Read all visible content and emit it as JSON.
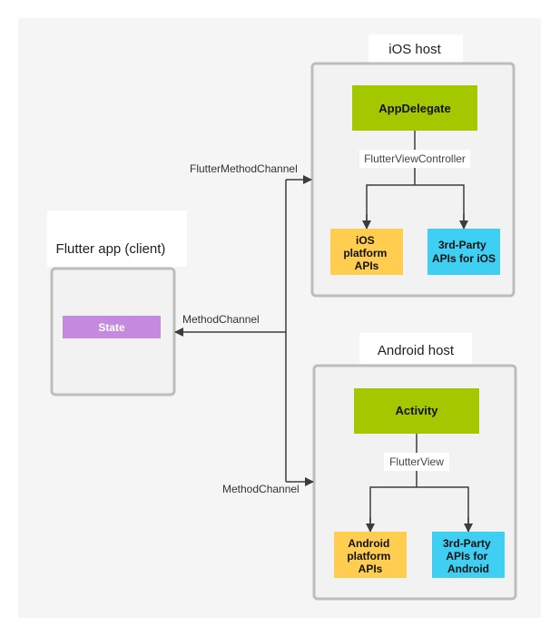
{
  "colors": {
    "page_bg": "#f5f5f5",
    "host_fill": "#f2f2f2",
    "host_border": "#bdbdbd",
    "label_bg": "#ffffff",
    "green": "#a4c800",
    "yellow": "#ffcd50",
    "cyan": "#3fcff2",
    "purple": "#c38ae0",
    "line": "#3c3c3c"
  },
  "flutter_app": {
    "title": "Flutter app (client)",
    "state_label": "State"
  },
  "ios_host": {
    "title": "iOS host",
    "delegate_label": "AppDelegate",
    "controller_label": "FlutterViewController",
    "platform_apis": [
      "iOS",
      "platform",
      "APIs"
    ],
    "third_party_apis": [
      "3rd-Party",
      "APIs for iOS"
    ]
  },
  "android_host": {
    "title": "Android host",
    "activity_label": "Activity",
    "view_label": "FlutterView",
    "platform_apis": [
      "Android",
      "platform",
      "APIs"
    ],
    "third_party_apis": [
      "3rd-Party",
      "APIs for",
      "Android"
    ]
  },
  "channels": {
    "to_ios": "FlutterMethodChannel",
    "to_client": "MethodChannel",
    "to_android": "MethodChannel"
  }
}
